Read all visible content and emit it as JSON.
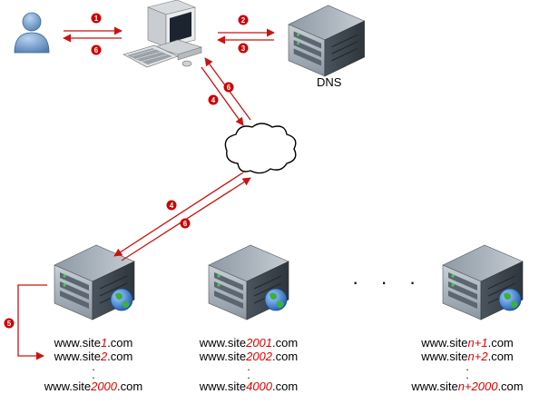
{
  "dns": {
    "label": "DNS"
  },
  "ellipsis": "· · ·",
  "steps": {
    "s1": "1",
    "s2": "2",
    "s3": "3",
    "s4a": "4",
    "s4b": "4",
    "s5": "5",
    "s6a": "6",
    "s6b": "6",
    "s6c": "6"
  },
  "groups": [
    {
      "prefix": "www.site",
      "suffix": ".com",
      "first": "1",
      "second": "2",
      "dots": [
        "."
      ],
      "last": "2000"
    },
    {
      "prefix": "www.site",
      "suffix": ".com",
      "first": "2001",
      "second": "2002",
      "dots": [
        "."
      ],
      "last": "4000"
    },
    {
      "prefix": "www.site",
      "suffix": ".com",
      "first": "n+1",
      "second": "n+2",
      "dots": [
        "."
      ],
      "last": "n+2000"
    }
  ],
  "colors": {
    "arrow": "#cc1111",
    "badge": "#cc0000",
    "server_body": "#6f7a85",
    "globe": "#2f7fd0"
  }
}
